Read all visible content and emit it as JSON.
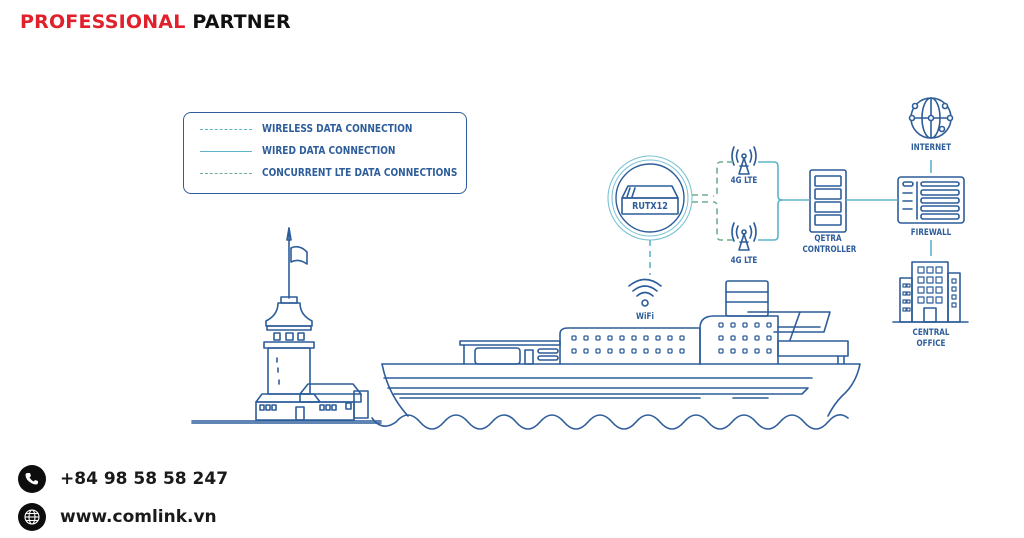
{
  "header": {
    "brand_red": "PROFESSIONAL",
    "brand_black": "PARTNER",
    "colors": {
      "red": "#e0202b",
      "black": "#111111"
    }
  },
  "legend": {
    "items": [
      {
        "label": "WIRELESS DATA CONNECTION",
        "style": "dashed",
        "color": "#5fb3c9"
      },
      {
        "label": "WIRED DATA CONNECTION",
        "style": "solid",
        "color": "#5fb3c9"
      },
      {
        "label": "CONCURRENT LTE DATA CONNECTIONS",
        "style": "dashed",
        "color": "#6fae8f"
      }
    ]
  },
  "diagram": {
    "router": {
      "label": "RUTX12",
      "icon": "router-icon"
    },
    "towers": [
      {
        "label": "4G LTE",
        "icon": "cell-tower-icon"
      },
      {
        "label": "4G LTE",
        "icon": "cell-tower-icon"
      }
    ],
    "controller": {
      "label_line1": "QETRA",
      "label_line2": "CONTROLLER",
      "icon": "server-icon"
    },
    "internet": {
      "label": "INTERNET",
      "icon": "globe-network-icon"
    },
    "firewall": {
      "label": "FIREWALL",
      "icon": "firewall-icon"
    },
    "office": {
      "label_line1": "CENTRAL",
      "label_line2": "OFFICE",
      "icon": "office-building-icon"
    },
    "wifi": {
      "label": "WiFi",
      "icon": "wifi-icon"
    },
    "colors": {
      "line_art": "#2d5d9a",
      "wired": "#5fb3c9",
      "lte": "#6fae8f"
    }
  },
  "contact": {
    "phone": "+84 98 58 58 247",
    "website": "www.comlink.vn"
  }
}
